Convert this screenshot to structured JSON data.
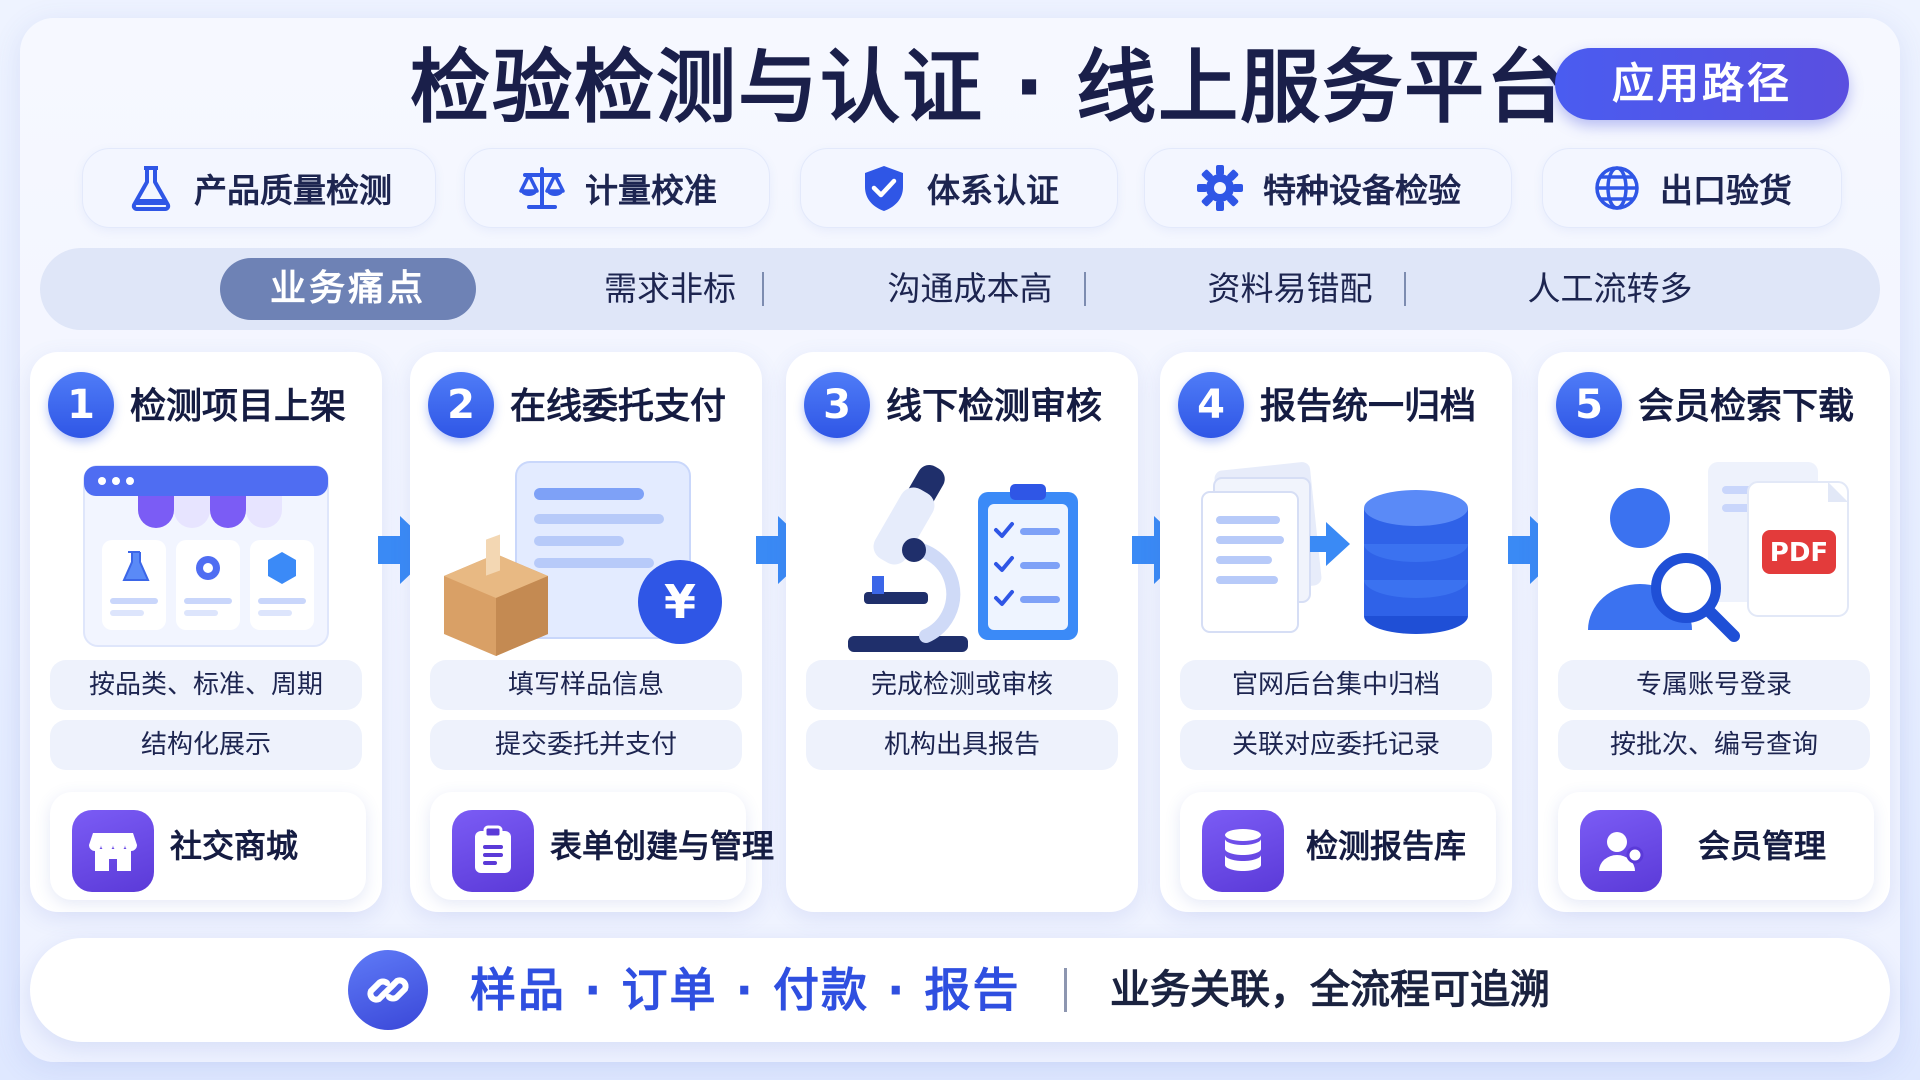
{
  "header": {
    "title": "检验检测与认证 · 线上服务平台",
    "path_button": "应用路径"
  },
  "categories": [
    {
      "label": "产品质量检测",
      "icon": "flask-icon"
    },
    {
      "label": "计量校准",
      "icon": "scale-icon"
    },
    {
      "label": "体系认证",
      "icon": "shield-check-icon"
    },
    {
      "label": "特种设备检验",
      "icon": "gear-icon"
    },
    {
      "label": "出口验货",
      "icon": "globe-icon"
    }
  ],
  "pain_points": {
    "label": "业务痛点",
    "items": [
      "需求非标",
      "沟通成本高",
      "资料易错配",
      "人工流转多"
    ]
  },
  "steps": [
    {
      "num": "1",
      "title": "检测项目上架",
      "pills": [
        "按品类、标准、周期",
        "结构化展示"
      ],
      "tool": "社交商城",
      "tool_icon": "store-icon"
    },
    {
      "num": "2",
      "title": "在线委托支付",
      "pills": [
        "填写样品信息",
        "提交委托并支付"
      ],
      "tool": "表单创建与管理",
      "tool_icon": "clipboard-icon"
    },
    {
      "num": "3",
      "title": "线下检测审核",
      "pills": [
        "完成检测或审核",
        "机构出具报告"
      ],
      "tool": "",
      "tool_icon": ""
    },
    {
      "num": "4",
      "title": "报告统一归档",
      "pills": [
        "官网后台集中归档",
        "关联对应委托记录"
      ],
      "tool": "检测报告库",
      "tool_icon": "database-icon"
    },
    {
      "num": "5",
      "title": "会员检索下载",
      "pills": [
        "专属账号登录",
        "按批次、编号查询"
      ],
      "tool": "会员管理",
      "tool_icon": "member-icon",
      "pdf_label": "PDF"
    }
  ],
  "footer": {
    "chain": "样品 · 订单 · 付款 · 报告",
    "summary": "业务关联，全流程可追溯"
  },
  "colors": {
    "primary": "#2f56e6",
    "accent_purple": "#5b3ad8",
    "title_text": "#1a1f4a",
    "pain_label_bg": "#6e82b5"
  }
}
